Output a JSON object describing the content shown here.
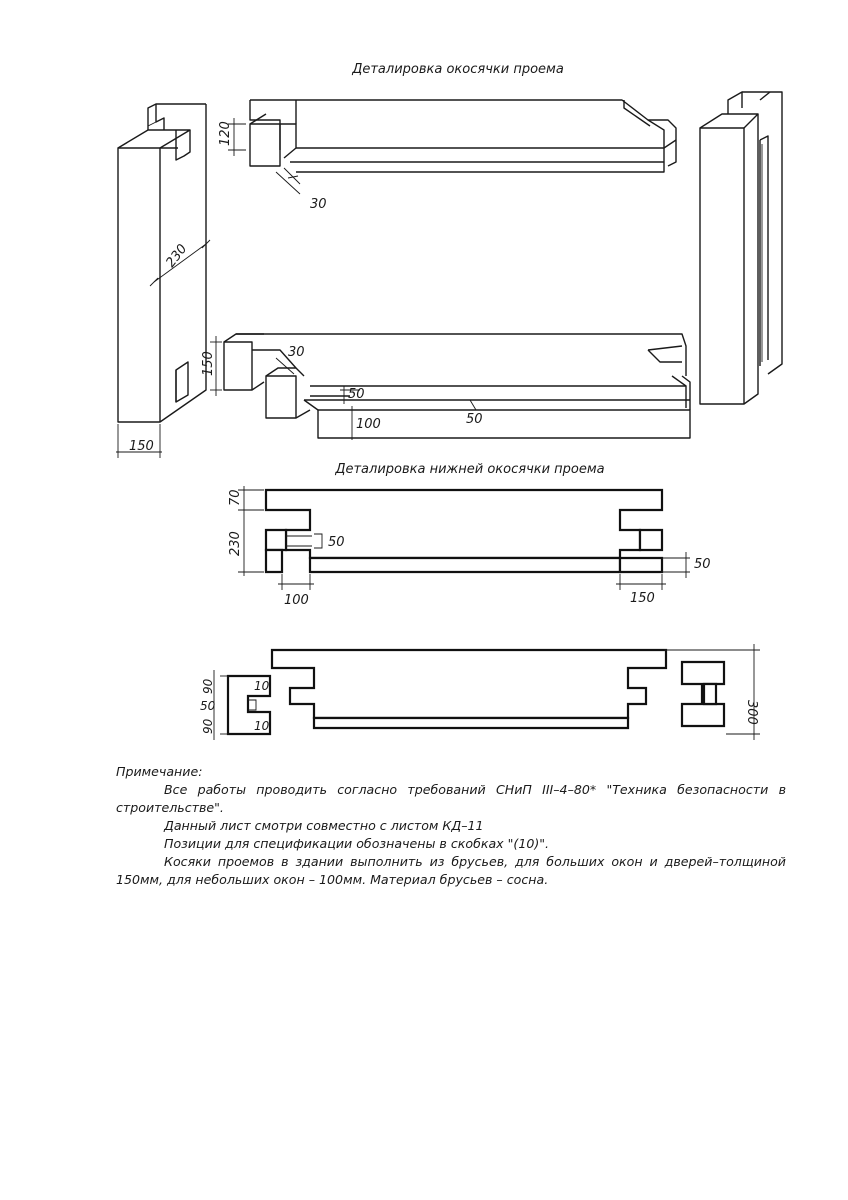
{
  "titles": {
    "top": "Деталировка окосячки проема",
    "bottom": "Деталировка нижней окосячки проема"
  },
  "dims": {
    "d120": "120",
    "d30a": "30",
    "d230": "230",
    "d150a": "150",
    "d150h": "150",
    "d30b": "30",
    "d50a": "50",
    "d100a": "100",
    "d50b": "50",
    "d70": "70",
    "d230b": "230",
    "d50c": "50",
    "d50d": "50",
    "d100b": "100",
    "d150b": "150",
    "d90a": "90",
    "d10a": "10",
    "d50e": "50",
    "d90b": "90",
    "d10b": "10",
    "d300": "300"
  },
  "notes": {
    "heading": "Примечание:",
    "line1": "Все работы проводить согласно требований СНиП III–4–80* \"Техника безопасности в строительстве\".",
    "line2": "Данный лист смотри совместно с листом КД–11",
    "line3": "Позиции для спецификации обозначены в скобках \"(10)\".",
    "line4": "Косяки проемов в здании выполнить из брусьев, для больших окон и дверей–толщиной 150мм, для небольших окон – 100мм. Материал брусьев – сосна."
  }
}
